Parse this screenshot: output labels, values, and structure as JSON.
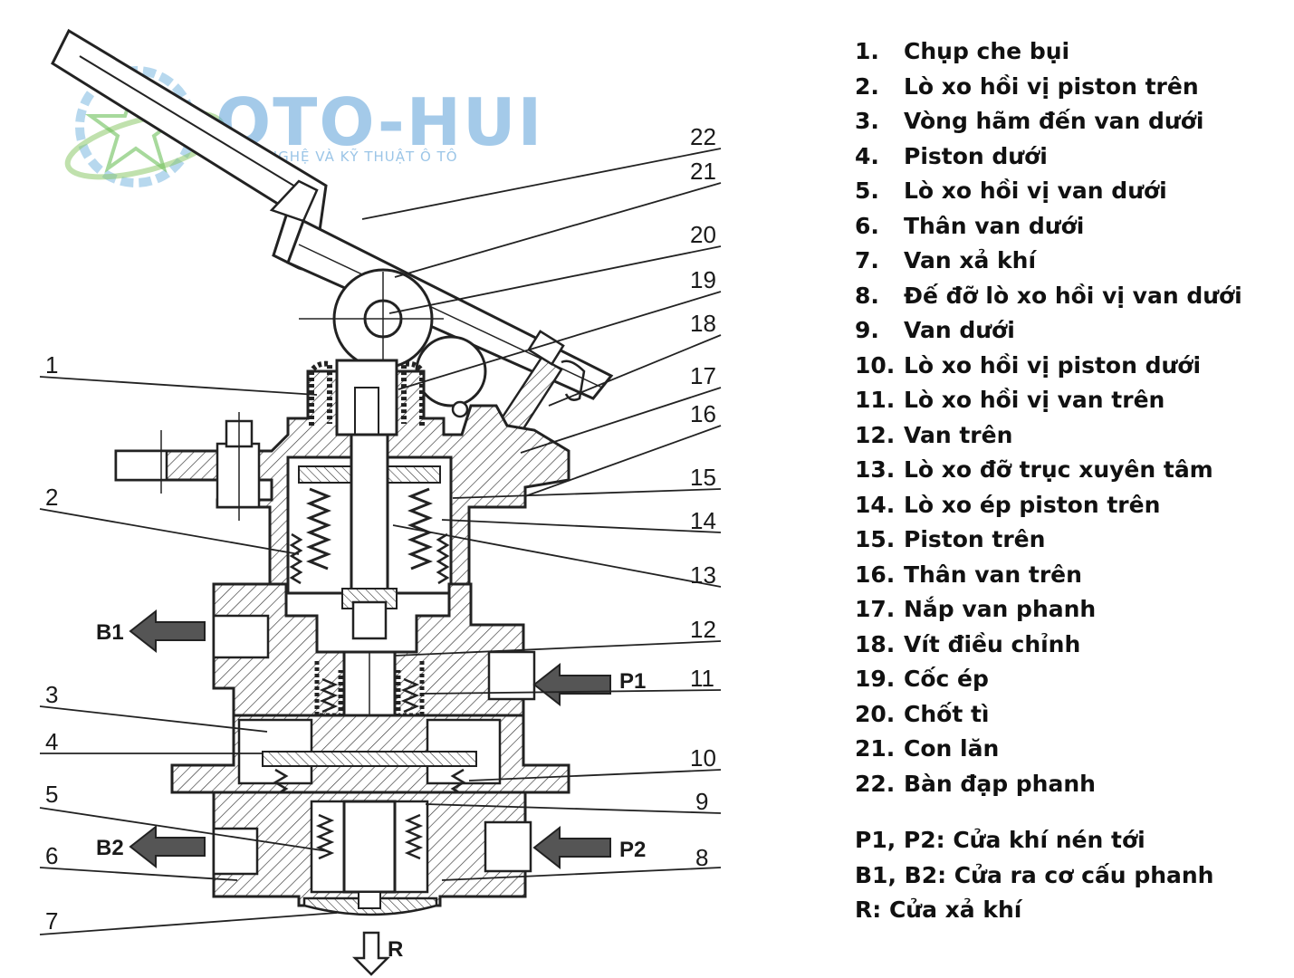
{
  "watermark": {
    "title": "OTO-HUI",
    "subtitle": "CÔNG NGHỆ VÀ KỸ THUẬT Ô TÔ"
  },
  "diagram": {
    "callouts": [
      "1",
      "2",
      "3",
      "4",
      "5",
      "6",
      "7",
      "8",
      "9",
      "10",
      "11",
      "12",
      "13",
      "14",
      "15",
      "16",
      "17",
      "18",
      "19",
      "20",
      "21",
      "22"
    ],
    "ports": {
      "b1": "B1",
      "b2": "B2",
      "p1": "P1",
      "p2": "P2",
      "r": "R"
    }
  },
  "legend": {
    "items": [
      {
        "num": "1.",
        "text": "Chụp che bụi"
      },
      {
        "num": "2.",
        "text": "Lò xo hồi vị piston trên"
      },
      {
        "num": "3.",
        "text": "Vòng hãm đến van dưới"
      },
      {
        "num": "4.",
        "text": "Piston dưới"
      },
      {
        "num": "5.",
        "text": "Lò xo hồi vị van dưới"
      },
      {
        "num": "6.",
        "text": "Thân van dưới"
      },
      {
        "num": "7.",
        "text": "Van xả khí"
      },
      {
        "num": "8.",
        "text": "Đế đỡ lò xo hồi vị van dưới"
      },
      {
        "num": "9.",
        "text": "Van dưới"
      },
      {
        "num": "10.",
        "text": "Lò xo hồi vị piston dưới"
      },
      {
        "num": "11.",
        "text": "Lò xo hồi vị van trên"
      },
      {
        "num": "12.",
        "text": "Van trên"
      },
      {
        "num": "13.",
        "text": "Lò xo đỡ trục xuyên tâm"
      },
      {
        "num": "14.",
        "text": "Lò xo ép piston trên"
      },
      {
        "num": "15.",
        "text": "Piston trên"
      },
      {
        "num": "16.",
        "text": "Thân van trên"
      },
      {
        "num": "17.",
        "text": "Nắp van phanh"
      },
      {
        "num": "18.",
        "text": "Vít điều chỉnh"
      },
      {
        "num": "19.",
        "text": "Cốc ép"
      },
      {
        "num": "20.",
        "text": "Chốt tì"
      },
      {
        "num": "21.",
        "text": "Con lăn"
      },
      {
        "num": "22.",
        "text": "Bàn đạp phanh"
      }
    ],
    "ports": [
      "P1, P2: Cửa khí nén tới",
      "B1, B2: Cửa ra cơ cấu phanh",
      "R: Cửa xả khí"
    ]
  }
}
